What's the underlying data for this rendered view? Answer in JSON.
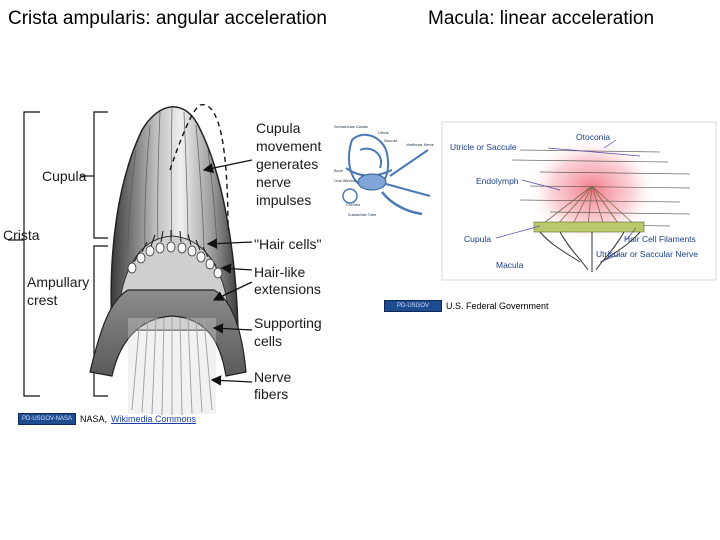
{
  "titles": {
    "left": "Crista ampularis: angular acceleration",
    "right": "Macula: linear acceleration"
  },
  "crista_labels": {
    "cupula": "Cupula",
    "crista": "Crista",
    "ampullary_crest_1": "Ampullary",
    "ampullary_crest_2": "crest",
    "movement_1": "Cupula",
    "movement_2": "movement",
    "movement_3": "generates",
    "movement_4": "nerve",
    "movement_5": "impulses",
    "hair_cells": "\"Hair cells\"",
    "hairlike_1": "Hair-like",
    "hairlike_2": "extensions",
    "supporting_1": "Supporting",
    "supporting_2": "cells",
    "nerve_1": "Nerve",
    "nerve_2": "fibers"
  },
  "macula_labels": {
    "otoconia": "Otoconia",
    "utricle": "Utricle or Saccule",
    "endolymph": "Endolymph",
    "cupula": "Cupula",
    "hair_cell_filaments": "Hair Cell Filaments",
    "nerve": "Utricular or Saccular Nerve",
    "macula": "Macula"
  },
  "inner_ear_labels": {
    "l1": "Semicircular Canals",
    "l2": "Utricle",
    "l3": "Vestibular Nerve",
    "l4": "Saccule",
    "l5": "Bone",
    "l6": "Oval Window",
    "l7": "Cochlea",
    "l8": "Eustachian Tube"
  },
  "credits": {
    "left_badge": "PD-USGOV-NASA",
    "left_text": "NASA,",
    "left_link": "Wikimedia Commons",
    "right_badge": "PD-USGOV",
    "right_text": "U.S. Federal Government"
  }
}
